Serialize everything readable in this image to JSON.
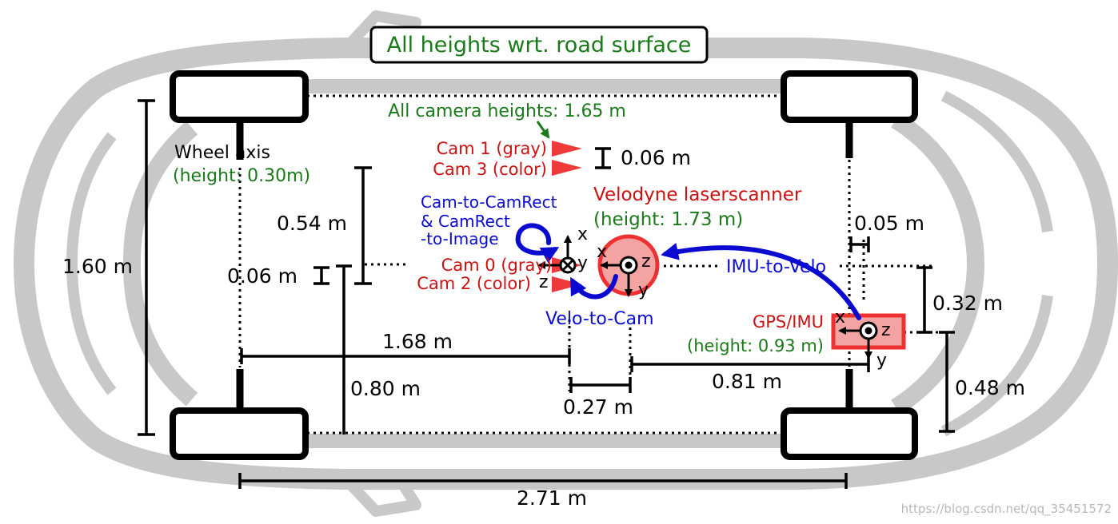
{
  "title_box": "All heights wrt. road surface",
  "camera_heights": "All camera heights: 1.65 m",
  "wheel_axis": {
    "line1": "Wheel axis",
    "line2": "(height: 0.30m)"
  },
  "cameras": {
    "cam1": "Cam 1 (gray)",
    "cam3": "Cam 3 (color)",
    "cam0": "Cam 0 (gray)",
    "cam2": "Cam 2 (color)"
  },
  "velodyne": {
    "title": "Velodyne laserscanner",
    "height": "(height: 1.73 m)"
  },
  "gps_imu": {
    "title": "GPS/IMU",
    "height": "(height: 0.93 m)"
  },
  "transforms": {
    "cam_rect_1": "Cam-to-CamRect",
    "cam_rect_2": "& CamRect",
    "cam_rect_3": "-to-Image",
    "velo_to_cam": "Velo-to-Cam",
    "imu_to_velo": "IMU-to-Velo"
  },
  "axes": {
    "x": "x",
    "y": "y",
    "z": "z"
  },
  "dimensions": {
    "d_cam_vertical": "0.06 m",
    "d_054": "0.54 m",
    "d_160": "1.60 m",
    "d_006_left": "0.06 m",
    "d_168": "1.68 m",
    "d_080": "0.80 m",
    "d_027": "0.27 m",
    "d_081": "0.81 m",
    "d_005": "0.05 m",
    "d_032": "0.32 m",
    "d_048": "0.48 m",
    "d_271": "2.71 m"
  },
  "watermark": "https://blog.csdn.net/qq_35451572",
  "colors": {
    "green": "#1a7a1a",
    "red": "#cc1111",
    "blue": "#0a0ad0",
    "car_gray": "#c8c8c8",
    "sensor_fill": "#f4a3a3",
    "sensor_edge": "#ee3030"
  }
}
